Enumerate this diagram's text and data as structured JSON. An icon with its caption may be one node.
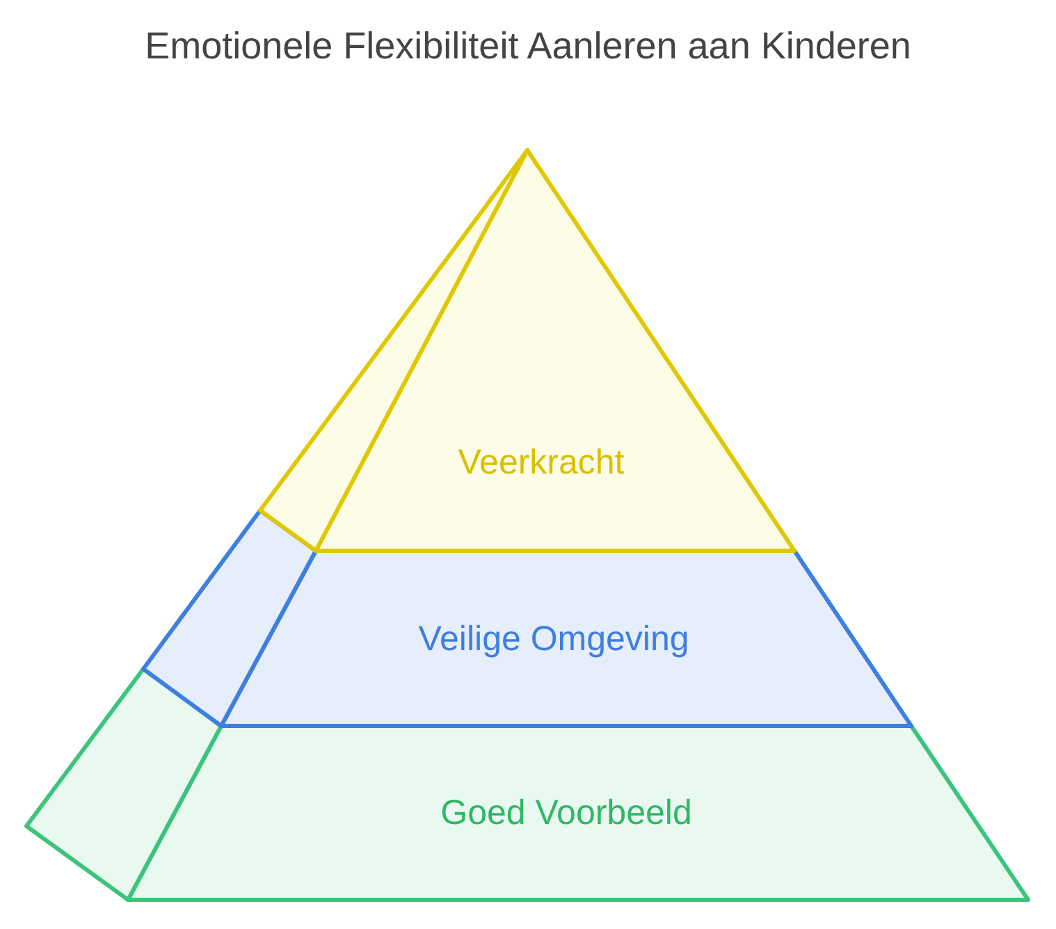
{
  "diagram": {
    "title": "Emotionele Flexibiliteit Aanleren aan Kinderen",
    "nodes": [
      {
        "text": [
          "Veerkracht"
        ]
      },
      {
        "text": [
          "Veilige Omgeving"
        ]
      },
      {
        "text": [
          "Goed Voorbeeld"
        ]
      }
    ]
  }
}
